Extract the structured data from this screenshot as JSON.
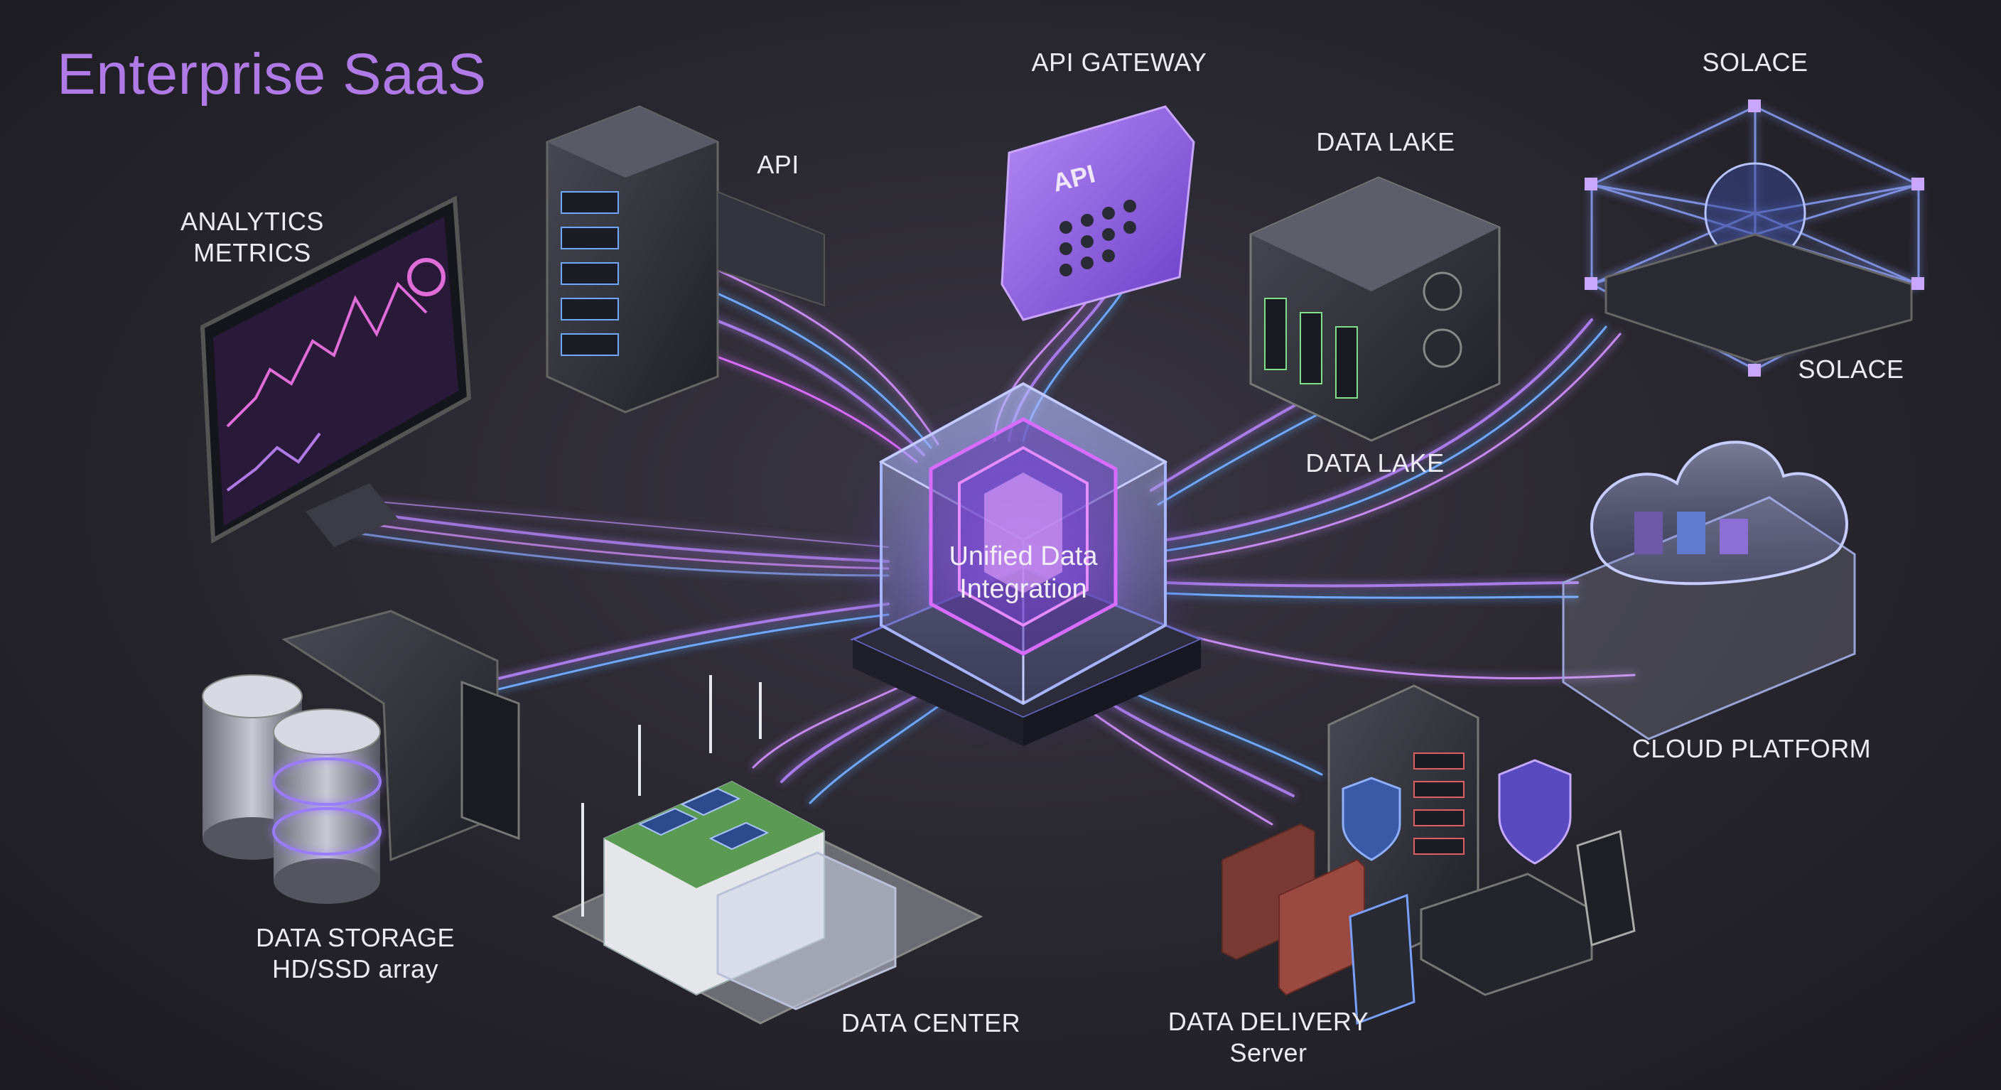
{
  "title": "Enterprise SaaS",
  "hub": {
    "line1": "Unified Data",
    "line2": "Integration"
  },
  "nodes": {
    "analytics": {
      "line1": "ANALYTICS",
      "line2": "METRICS"
    },
    "api": {
      "label": "API"
    },
    "api_gateway": {
      "label": "API GATEWAY",
      "device_text": "API"
    },
    "data_lake_top": {
      "label": "DATA LAKE"
    },
    "data_lake_bottom": {
      "label": "DATA LAKE"
    },
    "solace_top": {
      "label": "SOLACE"
    },
    "solace_right": {
      "label": "SOLACE"
    },
    "cloud_platform": {
      "label": "CLOUD PLATFORM"
    },
    "data_storage": {
      "line1": "DATA STORAGE",
      "line2": "HD/SSD array"
    },
    "data_center": {
      "label": "DATA CENTER"
    },
    "data_delivery": {
      "line1": "DATA DELIVERY",
      "line2": "Server"
    }
  },
  "colors": {
    "accent": "#b07ae6",
    "cable_purple": "#a77be8",
    "cable_blue": "#6ea8ff",
    "glow_pink": "#d86cff",
    "text": "#ececf2"
  }
}
